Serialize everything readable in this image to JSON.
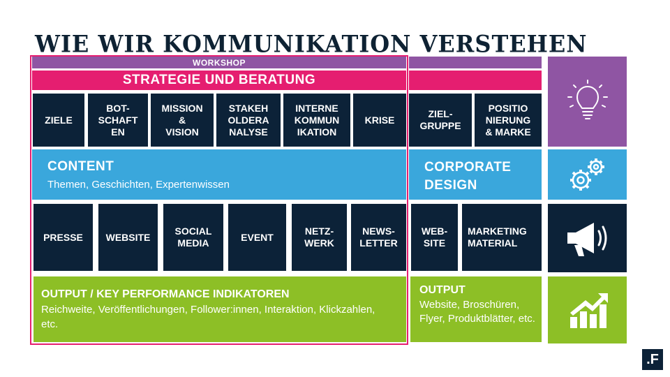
{
  "title": "WIE WIR KOMMUNIKATION VERSTEHEN",
  "workshop": "WORKSHOP",
  "strategy": "STRATEGIE UND BERATUNG",
  "strategy_items": [
    "ZIELE",
    "BOT-\nSCHAFT\nEN",
    "MISSION\n&\nVISION",
    "STAKEH\nOLDERA\nNALYSE",
    "INTERNE\nKOMMUN\nIKATION",
    "KRISE"
  ],
  "right_strategy_items": [
    "ZIEL-\nGRUPPE",
    "POSITIO\nNIERUNG\n& MARKE"
  ],
  "content": {
    "title": "CONTENT",
    "subtitle": "Themen, Geschichten, Expertenwissen"
  },
  "corporate_design": "CORPORATE\nDESIGN",
  "channels": [
    "PRESSE",
    "WEBSITE",
    "SOCIAL\nMEDIA",
    "EVENT",
    "NETZ-\nWERK",
    "NEWS-\nLETTER"
  ],
  "right_channels": [
    "WEB-\nSITE",
    "MARKETING\nMATERIAL"
  ],
  "output_left": {
    "title": "OUTPUT / KEY PERFORMANCE INDIKATOREN",
    "text": "Reichweite, Veröffentlichungen, Follower:innen, Interaktion, Klickzahlen, etc."
  },
  "output_right": {
    "title": "OUTPUT",
    "text": "Website, Broschüren, Flyer, Produktblätter, etc."
  },
  "icons": [
    "lightbulb-icon",
    "gears-icon",
    "megaphone-icon",
    "growth-chart-icon"
  ],
  "logo": ".F",
  "colors": {
    "navy": "#0c2238",
    "purple": "#8f55a3",
    "pink": "#e51e70",
    "blue": "#3aa7dc",
    "green": "#8dbf26"
  }
}
